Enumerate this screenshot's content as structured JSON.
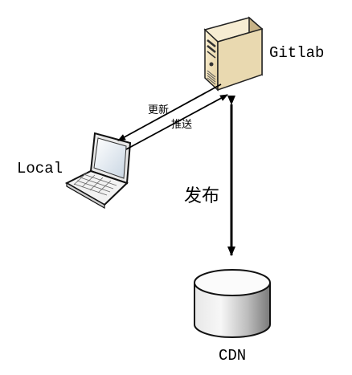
{
  "nodes": {
    "server": {
      "label": "Gitlab",
      "icon": "server-tower-icon"
    },
    "laptop": {
      "label": "Local",
      "icon": "laptop-icon"
    },
    "cdn": {
      "label": "CDN",
      "icon": "database-cylinder-icon"
    }
  },
  "edges": {
    "pull": {
      "label": "更新",
      "from": "server",
      "to": "laptop"
    },
    "push": {
      "label": "推送",
      "from": "laptop",
      "to": "server"
    },
    "publish": {
      "label": "发布",
      "from": "server",
      "to": "cdn",
      "bidirectional": true
    }
  },
  "colors": {
    "line": "#000000",
    "server_front": "#f3e6c4",
    "server_side": "#c9b48a",
    "cylinder_light": "#f4f4f4",
    "cylinder_dark": "#8c8c8c"
  }
}
